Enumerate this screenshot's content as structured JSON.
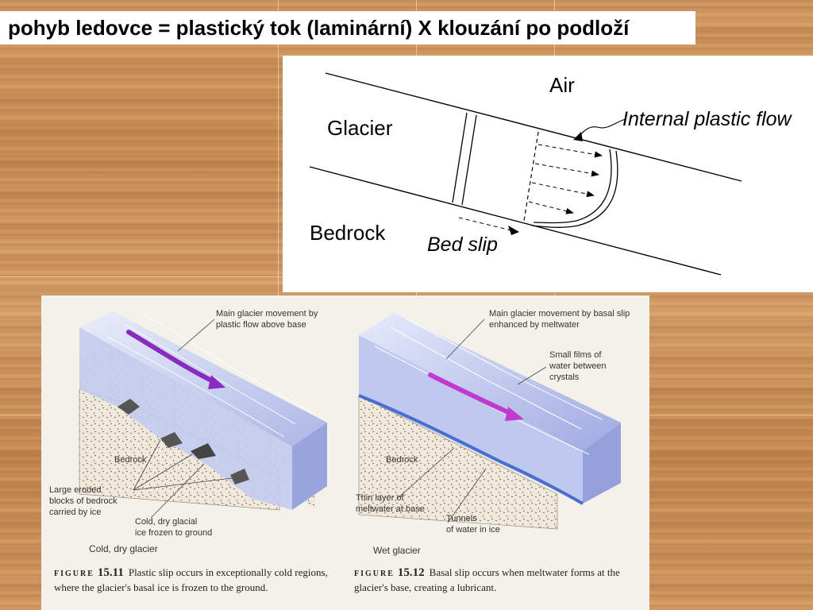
{
  "title": "pohyb ledovce = plastický tok (laminární) X klouzání po podloží",
  "diagram": {
    "air": "Air",
    "glacier": "Glacier",
    "bedrock": "Bedrock",
    "internal_flow": "Internal plastic flow",
    "bed_slip": "Bed slip"
  },
  "figure_left": {
    "main_movement_1": "Main glacier movement by",
    "main_movement_2": "plastic flow above base",
    "bedrock": "Bedrock",
    "eroded_1": "Large eroded",
    "eroded_2": "blocks of bedrock",
    "eroded_3": "carried by ice",
    "cold_ice_1": "Cold, dry glacial",
    "cold_ice_2": "ice frozen to ground",
    "sub_label": "Cold, dry glacier",
    "fig_word": "FIGURE",
    "fig_num": "15.11",
    "caption": "Plastic slip occurs in exceptionally cold regions, where the glacier's basal ice is frozen to the ground."
  },
  "figure_right": {
    "main_movement_1": "Main glacier movement by basal slip",
    "main_movement_2": "enhanced by meltwater",
    "films_1": "Small films of",
    "films_2": "water between",
    "films_3": "crystals",
    "bedrock": "Bedrock",
    "thin_layer_1": "Thin layer of",
    "thin_layer_2": "meltwater at base",
    "tunnels_1": "Tunnels",
    "tunnels_2": "of water in ice",
    "sub_label": "Wet glacier",
    "fig_word": "FIGURE",
    "fig_num": "15.12",
    "caption": "Basal slip occurs when meltwater forms at the glacier's base, creating a lubricant."
  },
  "colors": {
    "wood": "#d19660",
    "ice": "#b9c4ee",
    "arrow": "#8a2bbf",
    "meltwater": "#4a6ed0"
  }
}
